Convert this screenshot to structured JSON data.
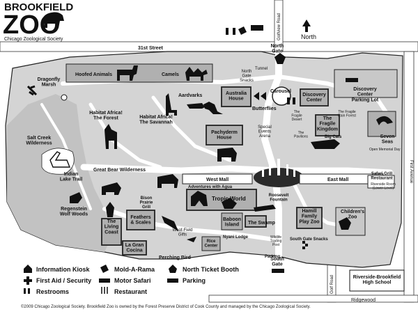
{
  "header": {
    "logo_top": "BROOKFIELD",
    "logo_main": "ZOO",
    "society": "Chicago Zoological Society"
  },
  "streets": {
    "st31": "31st Street",
    "golfview": "Golfview Road",
    "first_ave": "First Avenue",
    "golf": "Golf Road",
    "ridgewood": "Ridgewood",
    "north": "North"
  },
  "places": {
    "north_gate": "North\nGate",
    "tunnel": "Tunnel",
    "north_gate_snacks": "North\nGate\nSnacks",
    "hoofed_animals": "Hoofed Animals",
    "camels": "Camels",
    "dragonfly_marsh": "Dragonfly\nMarsh",
    "aardvarks": "Aardvarks",
    "australia_house": "Australia\nHouse",
    "carousel": "Carousel",
    "butterflies": "Butterflies",
    "discovery_center": "Discovery\nCenter",
    "dc_parking": "Discovery\nCenter\nParking Lot",
    "habitat_forest": "Habitat Africa!\nThe Forest",
    "habitat_savannah": "Habitat Africa!\nThe Savannah",
    "fragile_desert": "The\nFragile\nDesert",
    "fragile_rainforest": "The Fragile\nRain Forest",
    "fragile_kingdom": "The\nFragile\nKingdom",
    "seven_seas": "Seven\nSeas",
    "open_memorial": "Open Memorial Day",
    "pavilions": "The\nPavilions",
    "big_cats": "Big Cats",
    "salt_creek": "Salt Creek\nWilderness",
    "pachyderm": "Pachyderm\nHouse",
    "special_events": "Special\nEvents\nArena",
    "indian_lake": "Indian\nLake Trail",
    "great_bear": "Great Bear Wilderness",
    "west_mall": "West Mall",
    "east_mall": "East Mall",
    "safari_grill": "Safari Grill\nRestaurant",
    "riverside_room": "Riverside Room\n(Lower Level)",
    "bison_prairie": "Bison\nPrairie\nGrill",
    "regenstein": "Regenstein\nWolf Woods",
    "adventures_agua": "Adventures with Agua",
    "tropic_world": "Tropic World",
    "roosevelt": "Roosevelt\nFountain",
    "living_coast": "The\nLiving\nCoast",
    "feathers": "Feathers\n& Scales",
    "baboon": "Baboon\nIsland",
    "swamp": "The Swamp",
    "hamill": "Hamill\nFamily\nPlay Zoo",
    "childrens_zoo": "Children's\nZoo",
    "woof_field": "Woof-Field\nGifts",
    "nyani": "Nyani Lodge",
    "wildlife_post": "Wildlife\nTrading\nPost",
    "south_gate_snacks": "South Gate Snacks",
    "la_gran_cocina": "La Gran\nCocina",
    "perching_bird": "Perching Bird",
    "rice_center": "Rice\nCenter",
    "parking": "Parking",
    "south_gate": "South\nGate",
    "riverside_hs": "Riverside-Brookfield\nHigh School"
  },
  "legend": {
    "items": [
      {
        "icon": "house-icon",
        "label": "Information Kiosk"
      },
      {
        "icon": "mold-icon",
        "label": "Mold-A-Rama"
      },
      {
        "icon": "ticket-booth-icon",
        "label": "North Ticket Booth"
      },
      {
        "icon": "first-aid-icon",
        "label": "First Aid / Security"
      },
      {
        "icon": "motor-safari-icon",
        "label": "Motor Safari"
      },
      {
        "icon": "car-icon",
        "label": "Parking"
      },
      {
        "icon": "restroom-icon",
        "label": "Restrooms"
      },
      {
        "icon": "restaurant-icon",
        "label": "Restaurant"
      }
    ]
  },
  "footer": {
    "copyright": "©2009 Chicago Zoological Society. Brookfield Zoo is owned by the Forest Preserve District of Cook County and managed by the Chicago Zoological Society."
  },
  "colors": {
    "land": "#d4d4d4",
    "path": "#ffffff",
    "building": "#b0b0b0",
    "ink": "#111111"
  }
}
